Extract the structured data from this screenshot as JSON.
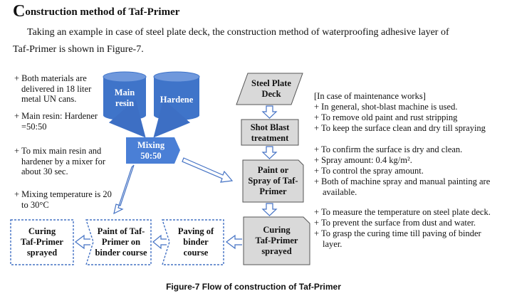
{
  "heading": {
    "initial": "C",
    "rest": "onstruction method of Taf-Primer"
  },
  "intro": {
    "line1": "Taking an example in case of steel plate deck, the construction method of waterproofing adhesive layer of",
    "line2": "Taf-Primer is shown in Figure-7."
  },
  "left_notes": [
    "+ Both materials are delivered in 18 liter metal UN cans.",
    "+ Main resin: Hardener =50:50",
    "+ To mix main resin and hardener by a mixer for about 30 sec.",
    "+ Mixing temperature is 20 to 30°C"
  ],
  "nodes": {
    "main_resin": [
      "Main",
      "resin"
    ],
    "hardener": "Hardene",
    "mixing": [
      "Mixing",
      "50:50"
    ],
    "steel_plate_deck": [
      "Steel Plate",
      "Deck"
    ],
    "shot_blast": [
      "Shot Blast",
      "treatment"
    ],
    "paint_spray": [
      "Paint or",
      "Spray of Taf-",
      "Primer"
    ],
    "curing_sprayed": [
      "Curing",
      "Taf-Primer",
      "sprayed"
    ],
    "paving_binder": [
      "Paving of",
      "binder",
      "course"
    ],
    "paint_binder": [
      "Paint of Taf-",
      "Primer on",
      "binder course"
    ],
    "curing_final": [
      "Curing",
      "Taf-Primer",
      "sprayed"
    ]
  },
  "maintenance_notes": {
    "header": "[In case of maintenance works]",
    "items": [
      "+ In general, shot-blast machine is used.",
      "+ To remove old paint and rust stripping",
      "+ To keep the surface clean and dry till spraying"
    ]
  },
  "spray_notes": [
    "+ To confirm the surface is dry and clean.",
    "+ Spray amount: 0.4 kg/m².",
    "+ To control the spray amount.",
    "+ Both of machine spray and manual painting are available."
  ],
  "curing_notes": [
    "+ To measure the temperature on steel plate deck.",
    "+ To prevent the surface from dust and water.",
    "+ To grasp the curing time till paving of binder layer."
  ],
  "caption": "Figure-7 Flow of construction of Taf-Primer",
  "colors": {
    "cylinder": "#3f74c9",
    "cylinder_top": "#6f98dc",
    "mixing": "#4a7fd6",
    "grey_box": "#d9d9d9",
    "grey_box_border": "#555555",
    "outline_blue": "#4472c4",
    "arrow_blue": "#3d6fc4"
  }
}
